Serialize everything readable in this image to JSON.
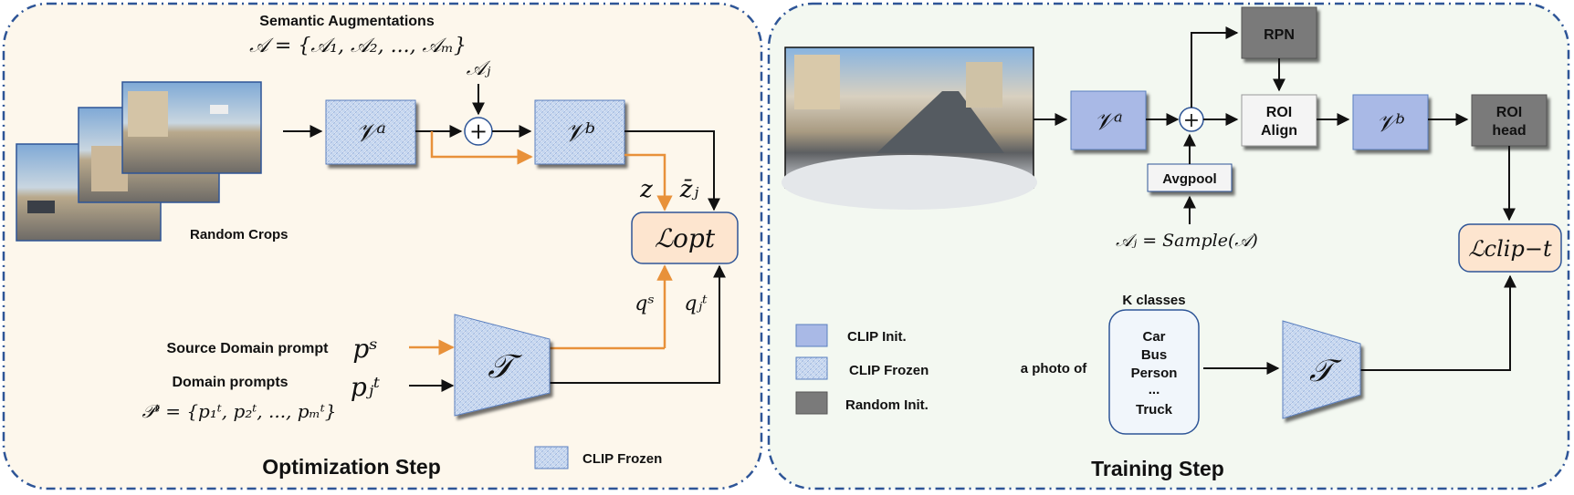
{
  "left_panel": {
    "title": "Optimization Step",
    "semantic_aug_title": "Semantic Augmentations",
    "semantic_aug_formula": "𝒜 = {𝒜₁, 𝒜₂, ..., 𝒜ₘ}",
    "aug_j": "𝒜ⱼ",
    "random_crops": "Random Crops",
    "va": "𝒱ᵃ",
    "vb": "𝒱ᵇ",
    "plus": "+",
    "z": "z",
    "zbar_j": "z̄ⱼ",
    "loss_opt": "ℒopt",
    "qs": "qˢ",
    "qt_j": "qⱼᵗ",
    "source_prompt": "Source Domain prompt",
    "domain_prompts": "Domain prompts",
    "ps": "pˢ",
    "pt_j": "pⱼᵗ",
    "pt_formula": "𝒫ᵗ = {p₁ᵗ, p₂ᵗ, ..., pₘᵗ}",
    "text_encoder": "𝒯",
    "legend_clip_frozen": "CLIP Frozen"
  },
  "right_panel": {
    "title": "Training Step",
    "rpn": "RPN",
    "roi_align_1": "ROI",
    "roi_align_2": "Align",
    "roi_head_1": "ROI",
    "roi_head_2": "head",
    "avgpool": "Avgpool",
    "sample_formula": "𝒜ⱼ = Sample(𝒜)",
    "va": "𝒱ᵃ",
    "vb": "𝒱ᵇ",
    "plus": "+",
    "loss_clip": "ℒclip−t",
    "k_classes": "K classes",
    "a_photo_of": "a photo of",
    "classes": [
      "Car",
      "Bus",
      "Person",
      "...",
      "Truck"
    ],
    "text_encoder": "𝒯",
    "legend": [
      {
        "label": "CLIP Init.",
        "kind": "init"
      },
      {
        "label": "CLIP Frozen",
        "kind": "frozen"
      },
      {
        "label": "Random Init.",
        "kind": "random"
      }
    ]
  },
  "colors": {
    "left_bg": "#fdf7ec",
    "right_bg": "#f3f8f1",
    "border": "#2e5597",
    "orange": "#e8913a",
    "loss_fill": "#fde5cf",
    "init_fill": "#a9b9e6",
    "random_fill": "#7a7a7a",
    "frozen_fill": "#b9cdea"
  }
}
